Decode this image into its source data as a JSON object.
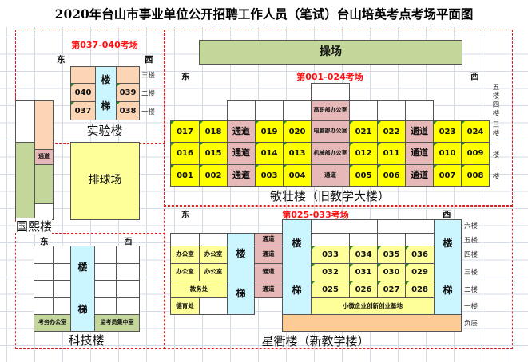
{
  "title": "2020年台山市事业单位公开招聘工作人员（笔试）台山培英考点考场平面图",
  "experiment": {
    "heading": "第037-040考场",
    "east": "东",
    "west": "西",
    "stair": [
      "楼",
      "梯"
    ],
    "rooms": {
      "r040": "040",
      "r039": "039",
      "r037": "037",
      "r038": "038"
    },
    "floors": [
      "三楼",
      "二楼",
      "一楼"
    ],
    "name": "实验楼"
  },
  "volleyball": "排球场",
  "guoxi": {
    "corridor": "通道",
    "name": "国熙楼"
  },
  "minzhuang": {
    "playground": "操场",
    "east": "东",
    "west": "西",
    "heading": "第001-024考场",
    "office_4f": "高职部办公室",
    "rows": [
      [
        "017",
        "018",
        "通道",
        "019",
        "020",
        "电脑部办公室",
        "021",
        "022",
        "通道",
        "023",
        "024"
      ],
      [
        "016",
        "015",
        "通道",
        "014",
        "013",
        "机械部办公室",
        "012",
        "011",
        "通道",
        "010",
        "009"
      ],
      [
        "001",
        "002",
        "通道",
        "003",
        "004",
        "通道",
        "005",
        "006",
        "通道",
        "007",
        "008"
      ]
    ],
    "floors": [
      "五楼",
      "四楼",
      "三楼",
      "二楼",
      "一楼"
    ],
    "name": "敏壮楼（旧教学大楼）"
  },
  "xingqu": {
    "heading": "第025-033考场",
    "east": "东",
    "west": "西",
    "stair": [
      "楼",
      "梯"
    ],
    "office": "办公室",
    "academic": "教务处",
    "moral": "德育处",
    "corridor": "通道",
    "rows": [
      [
        "033",
        "034",
        "035",
        "036"
      ],
      [
        "032",
        "031",
        "030",
        "029"
      ],
      [
        "025",
        "026",
        "027",
        "028"
      ]
    ],
    "base": "小微企业创新创业基地",
    "floors": [
      "六楼",
      "五楼",
      "四楼",
      "三楼",
      "二楼",
      "一楼",
      "负层"
    ],
    "name": "星衢楼（新教学楼）"
  },
  "keji": {
    "east": "东",
    "west": "西",
    "stair": [
      "楼",
      "梯"
    ],
    "exam_office": "考务办公室",
    "proctor_room": "监考员集中室",
    "name": "科技楼"
  }
}
